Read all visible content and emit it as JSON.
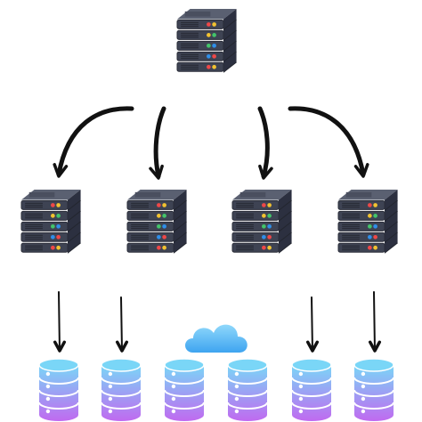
{
  "diagram": {
    "kind": "server-hierarchy",
    "nodes": {
      "root": {
        "type": "server",
        "icon": "server-rack-icon"
      },
      "servers": [
        {
          "type": "server",
          "icon": "server-rack-icon"
        },
        {
          "type": "server",
          "icon": "server-rack-icon"
        },
        {
          "type": "server",
          "icon": "server-rack-icon"
        },
        {
          "type": "server",
          "icon": "server-rack-icon"
        }
      ],
      "cloud": {
        "type": "cloud",
        "icon": "cloud-icon"
      },
      "databases": [
        {
          "type": "database",
          "icon": "database-icon"
        },
        {
          "type": "database",
          "icon": "database-icon"
        },
        {
          "type": "database",
          "icon": "database-icon"
        },
        {
          "type": "database",
          "icon": "database-icon"
        },
        {
          "type": "database",
          "icon": "database-icon"
        },
        {
          "type": "database",
          "icon": "database-icon"
        }
      ]
    },
    "edges": [
      {
        "from": "root",
        "to": "server-1"
      },
      {
        "from": "root",
        "to": "server-2"
      },
      {
        "from": "root",
        "to": "server-3"
      },
      {
        "from": "root",
        "to": "server-4"
      },
      {
        "from": "server-1",
        "to": "database-1"
      },
      {
        "from": "server-2",
        "to": "database-2"
      },
      {
        "from": "server-3",
        "to": "database-5"
      },
      {
        "from": "server-4",
        "to": "database-6"
      }
    ],
    "colors": {
      "server_front": "#3e4353",
      "server_side": "#2c3040",
      "server_top": "#5a6071",
      "led_red": "#ef4848",
      "led_yellow": "#f2c230",
      "led_green": "#43c46a",
      "led_blue": "#2f8fea",
      "arrow": "#111111",
      "db_top": "#7ad6f7",
      "db_bottom": "#c06af0",
      "cloud_top": "#8fd8fb",
      "cloud_bottom": "#3ea4f0"
    }
  }
}
